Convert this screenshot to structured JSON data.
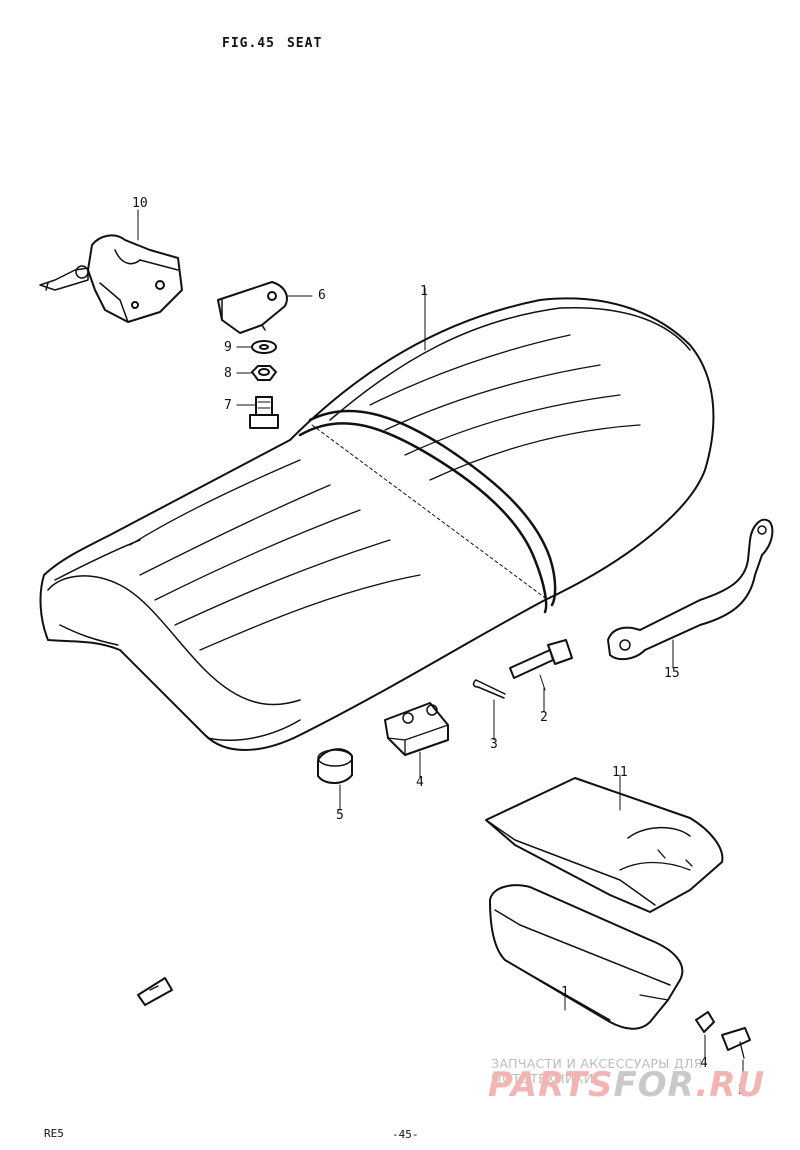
{
  "title": {
    "fig": "FIG.45",
    "name": "SEAT"
  },
  "callouts": [
    "10",
    "6",
    "9",
    "8",
    "7",
    "1",
    "15",
    "2",
    "3",
    "4",
    "5",
    "11",
    "1",
    "4",
    "3"
  ],
  "footer": {
    "left": "RE5",
    "center": "-45-"
  },
  "watermark": {
    "line1": "ЗАПЧАСТИ И АКСЕССУАРЫ ДЛЯ МОТОТЕХНИКИ",
    "brand_part1": "PARTS",
    "brand_part2": "FOR",
    "brand_part3": ".RU",
    "colors": {
      "brand_red": "#f3b4b4",
      "brand_black": "#c9c9c9",
      "text_gray": "#bdbdbd"
    }
  },
  "colors": {
    "ink": "#111111",
    "paper": "#ffffff"
  }
}
